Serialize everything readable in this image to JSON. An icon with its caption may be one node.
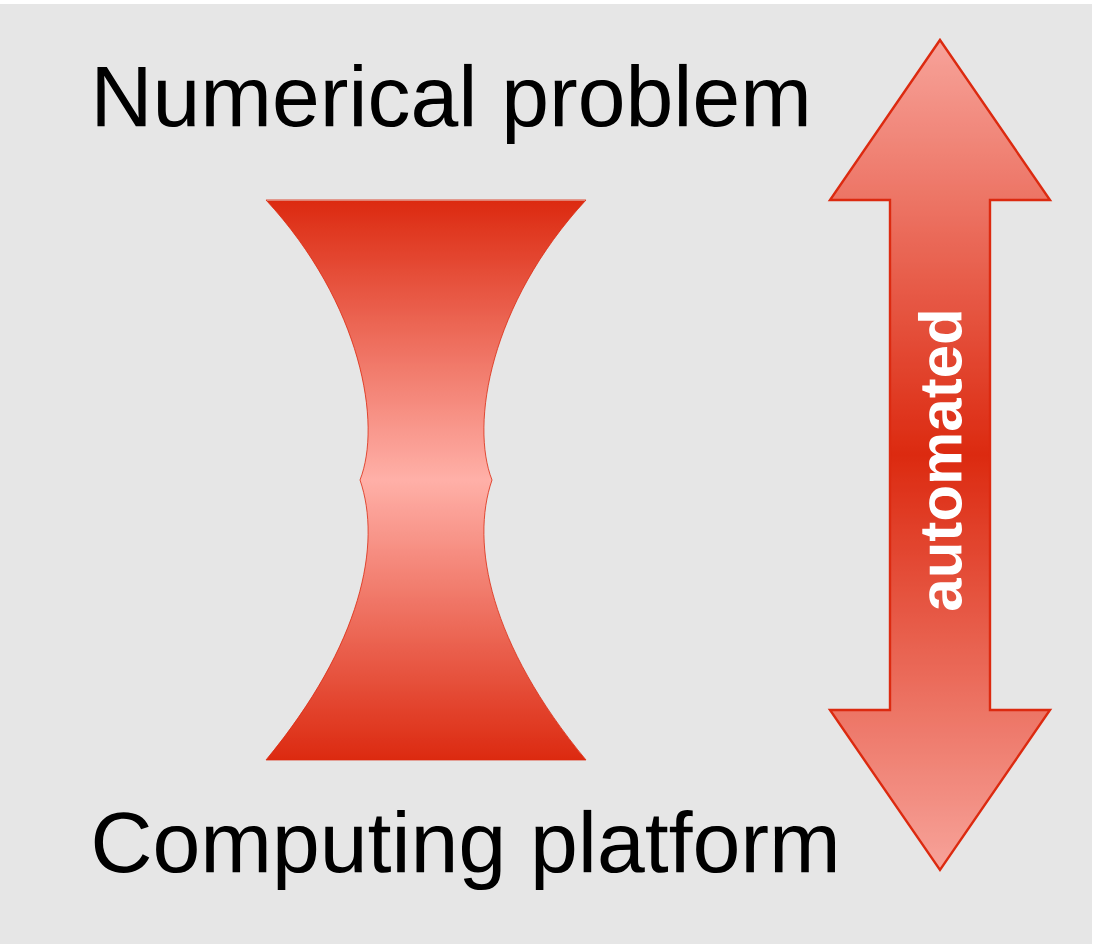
{
  "diagram": {
    "nodes": [
      {
        "text": [
          "Numerical problem"
        ]
      },
      {
        "text": [
          "Computing platform"
        ]
      },
      {
        "text": [
          "automated"
        ]
      }
    ]
  }
}
